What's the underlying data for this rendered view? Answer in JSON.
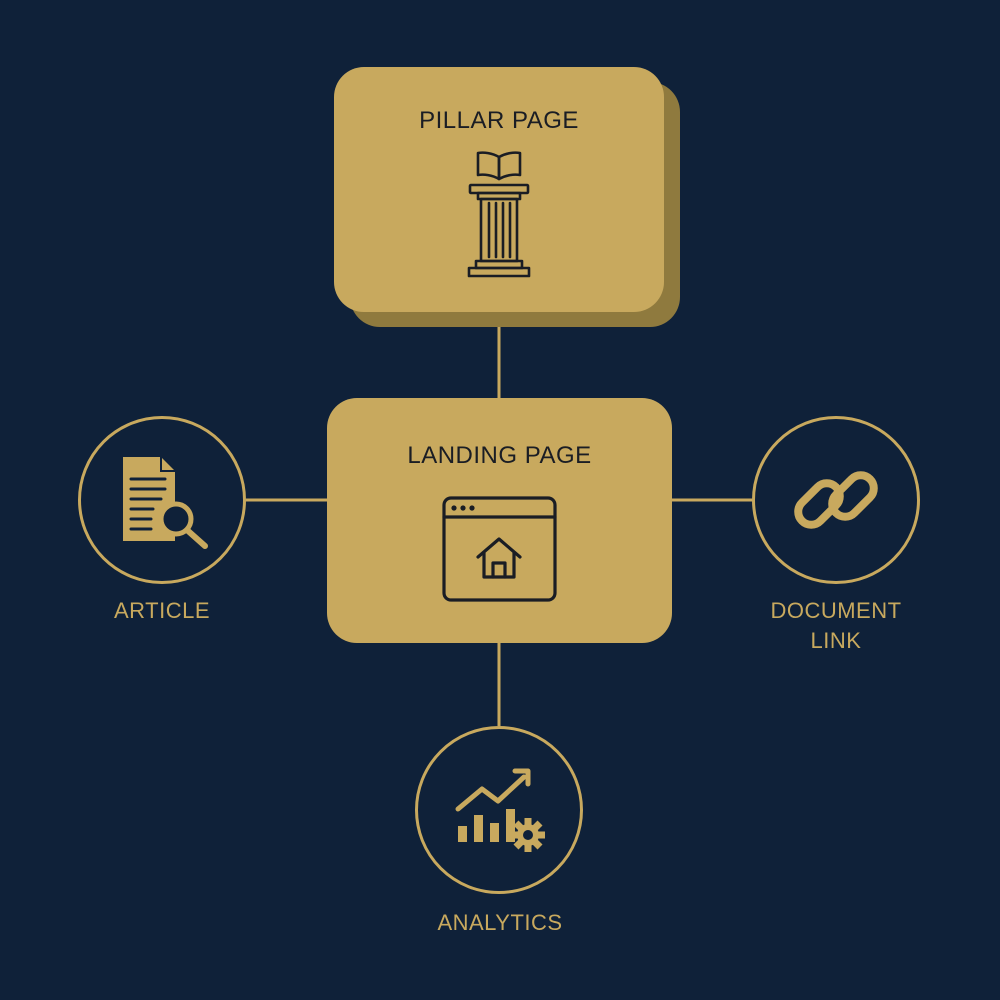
{
  "diagram": {
    "nodes": {
      "pillar": {
        "label": "PILLAR PAGE",
        "icon": "pillar-with-book-icon"
      },
      "landing": {
        "label": "LANDING PAGE",
        "icon": "browser-home-icon"
      },
      "article": {
        "label": "ARTICLE",
        "icon": "document-search-icon"
      },
      "document_link": {
        "label_line1": "DOCUMENT",
        "label_line2": "LINK",
        "icon": "chain-link-icon"
      },
      "analytics": {
        "label": "ANALYTICS",
        "icon": "bar-chart-gear-icon"
      }
    },
    "edges": [
      [
        "pillar",
        "landing"
      ],
      [
        "landing",
        "article"
      ],
      [
        "landing",
        "document_link"
      ],
      [
        "landing",
        "analytics"
      ]
    ]
  },
  "colors": {
    "background": "#0f2139",
    "accent_gold": "#c8a95e",
    "card_shadow": "#8f7a3e",
    "icon_ink": "#1a1d24"
  }
}
